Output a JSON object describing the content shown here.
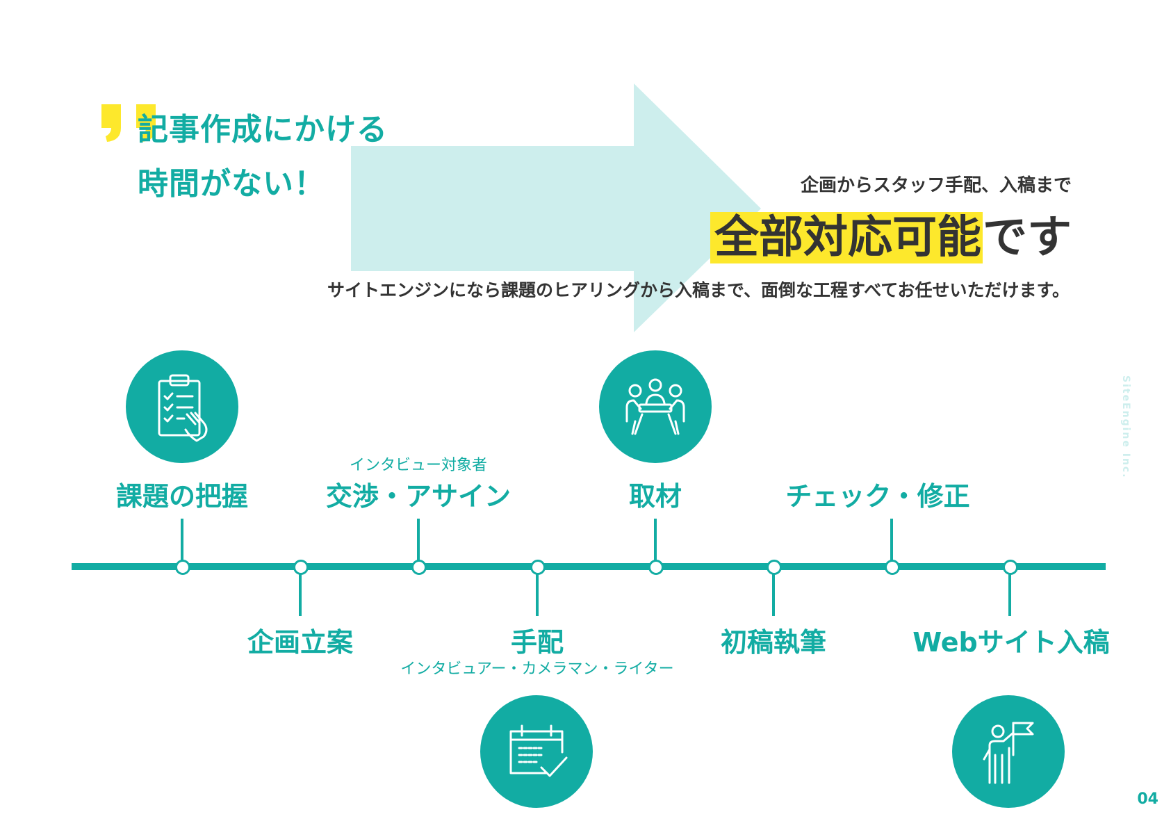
{
  "headline": {
    "line1": "記事作成にかける",
    "line2": "時間がない！"
  },
  "lead": {
    "sub": "企画からスタッフ手配、入稿まで",
    "big_highlight": "全部対応可能",
    "big_rest": "です",
    "description": "サイトエンジンになら課題のヒアリングから入稿まで、面倒な工程すべてお任せいただけます。"
  },
  "steps": [
    {
      "label": "課題の把握"
    },
    {
      "label": "企画立案"
    },
    {
      "label": "交渉・アサイン",
      "note": "インタビュー対象者"
    },
    {
      "label": "手配",
      "note": "インタビュアー・カメラマン・ライター"
    },
    {
      "label": "取材"
    },
    {
      "label": "初稿執筆"
    },
    {
      "label": "チェック・修正"
    },
    {
      "label": "Webサイト入稿"
    }
  ],
  "icons": {
    "step1": "clipboard-checklist-hand-icon",
    "step4": "calendar-check-icon",
    "step5": "meeting-people-icon",
    "step8": "person-flag-icon"
  },
  "colors": {
    "teal": "#12aca3",
    "arrow": "#cdeeed",
    "highlight": "#fde82c",
    "text": "#333333"
  },
  "watermark": "SiteEngine Inc.",
  "page_number": "04"
}
